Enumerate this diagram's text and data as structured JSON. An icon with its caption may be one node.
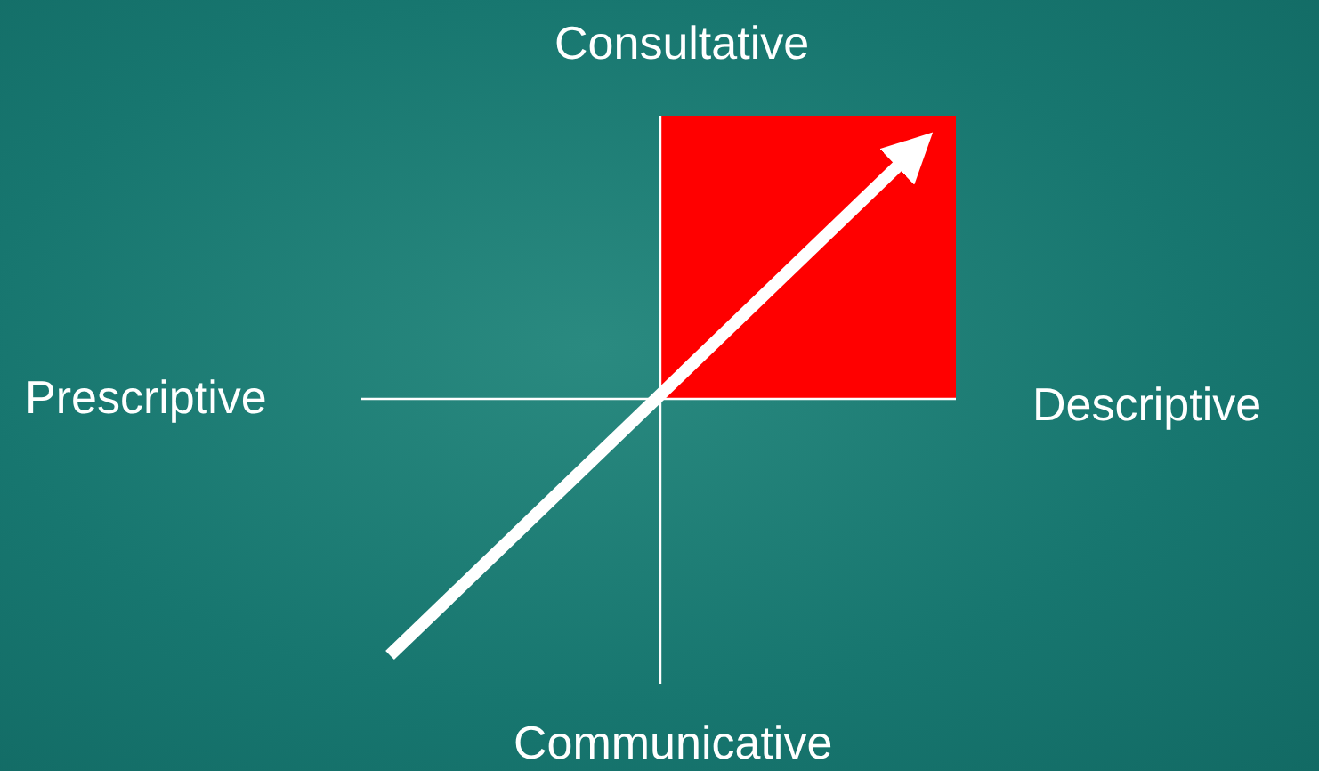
{
  "diagram": {
    "nodes": [
      {
        "text": [],
        "shape": "box"
      }
    ],
    "labels": [
      "Consultative",
      "Prescriptive",
      "Descriptive",
      "Communicative"
    ]
  }
}
